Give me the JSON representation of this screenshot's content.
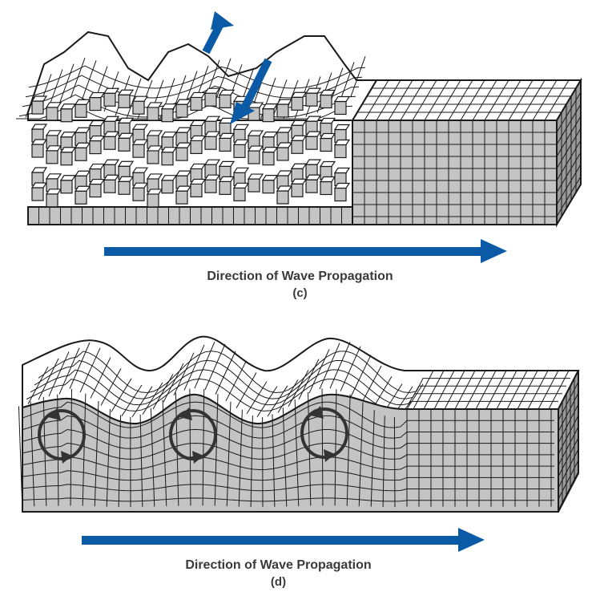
{
  "panel_c": {
    "caption": "Direction of Wave Propagation",
    "sublabel": "(c)"
  },
  "panel_d": {
    "caption": "Direction of Wave Propagation",
    "sublabel": "(d)"
  },
  "colors": {
    "arrow": "#0b5aa6",
    "grid_line": "#1a1a1a",
    "block_front": "#c4c4c4",
    "block_top": "#ffffff",
    "block_side": "#9a9a9a",
    "motion_circle": "#333333"
  },
  "icons": [
    "direction-arrow-icon",
    "particle-motion-up-arrow-icon",
    "particle-motion-down-arrow-icon",
    "elliptical-motion-icon"
  ]
}
